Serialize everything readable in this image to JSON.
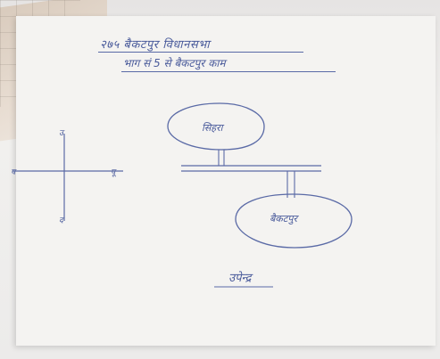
{
  "document": {
    "heading": "२७५ बैकटपुर विधानसभा",
    "subheading": "भाग सं 5 से बैकटपुर काम",
    "upper_circle_label": "सिहरा",
    "lower_circle_label": "बैकटपुर",
    "signature": "उपेन्द्र"
  },
  "axis_labels": {
    "north": "उ",
    "south": "द",
    "east": "पू",
    "west": "प"
  },
  "colors": {
    "ink": "#4a5b9b",
    "paper": "#f4f3f1"
  }
}
